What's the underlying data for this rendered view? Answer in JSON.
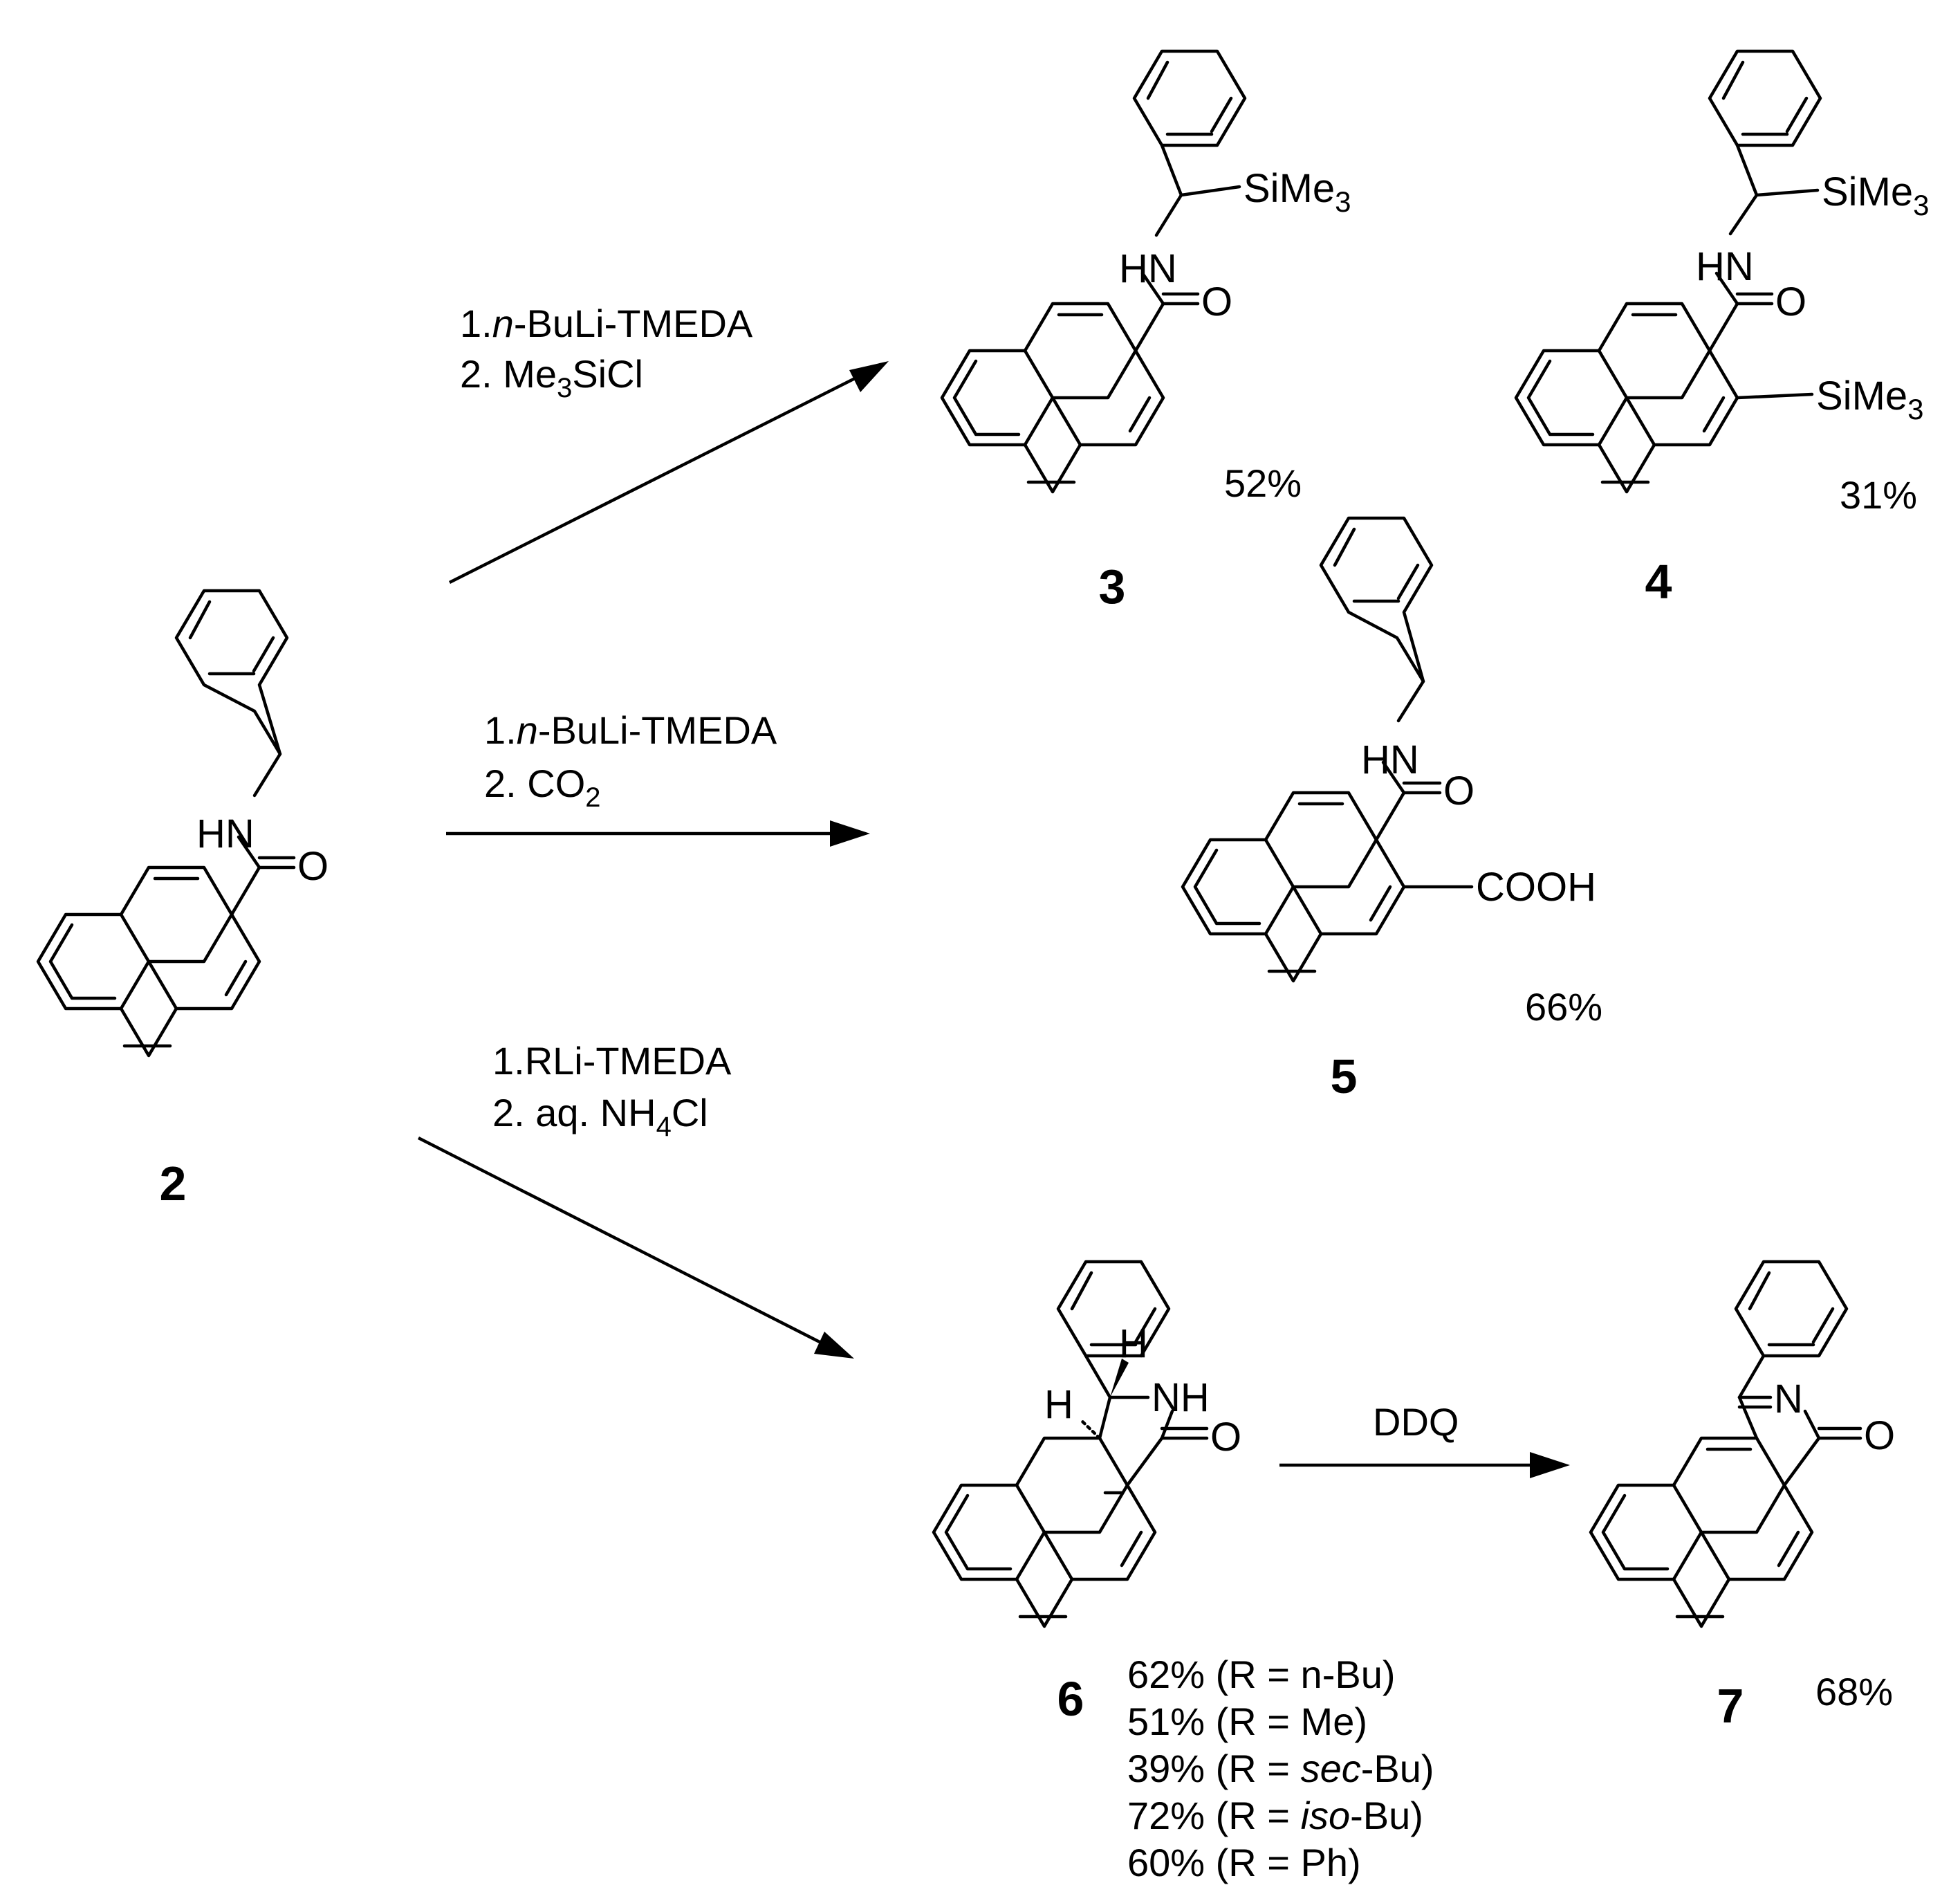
{
  "labels": {
    "c2": "2",
    "c3": "3",
    "c4": "4",
    "c5": "5",
    "c6": "6",
    "c7": "7"
  },
  "atoms": {
    "HN": "HN",
    "NH": "NH",
    "O": "O",
    "H": "H",
    "N": "N",
    "SiMe": "SiMe",
    "sub3": "3",
    "COOH": "COOH"
  },
  "conditions": {
    "r1": {
      "step1_prefix": "1.",
      "step1_italic": "n",
      "step1_rest": "-BuLi-TMEDA",
      "step2_a": "2. Me",
      "step2_sub": "3",
      "step2_b": "SiCl"
    },
    "r2": {
      "step1_prefix": "1.",
      "step1_italic": "n",
      "step1_rest": "-BuLi-TMEDA",
      "step2_a": "2. CO",
      "step2_sub": "2"
    },
    "r3": {
      "step1": "1.RLi-TMEDA",
      "step2_a": "2. aq. NH",
      "step2_sub": "4",
      "step2_b": "Cl"
    },
    "r4": {
      "reagent": "DDQ"
    }
  },
  "yields": {
    "y3": "52%",
    "y4": "31%",
    "y5": "66%",
    "y7": "68%",
    "y6": [
      {
        "pct": "62% (R = n-Bu)"
      },
      {
        "pct": "51% (R = Me)"
      },
      {
        "pre": "39% (R = ",
        "ital": "sec",
        "post": "-Bu)"
      },
      {
        "pre": "72% (R = ",
        "ital": "iso",
        "post": "-Bu)"
      },
      {
        "pct": "60% (R = Ph)"
      }
    ]
  }
}
